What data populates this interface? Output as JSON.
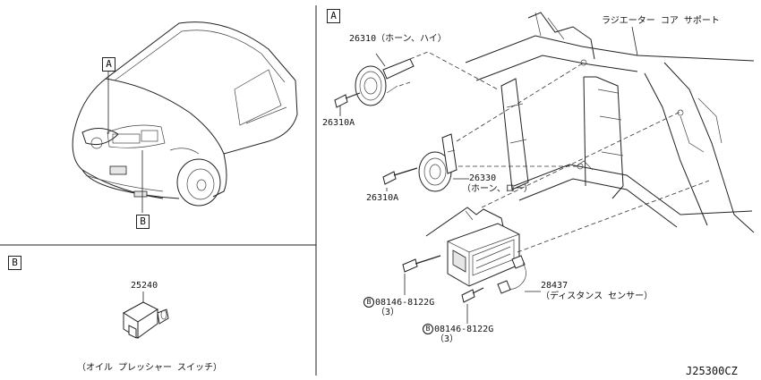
{
  "sections": {
    "section_a_label": "A",
    "section_b_label": "B",
    "overview_label_a": "A",
    "overview_label_b": "B"
  },
  "parts": {
    "radiator_core_support": "ラジエーター コア サポート",
    "horn_high": "26310（ホーン、ハイ）",
    "bolt_upper": "26310A",
    "bolt_lower": "26310A",
    "horn_low_number": "26330",
    "horn_low_name": "（ホーン、ロー）",
    "distance_sensor_number": "28437",
    "distance_sensor_name": "（ディスタンス センサー）",
    "bolt_left_mark": "B",
    "bolt_left_number": "08146-8122G",
    "bolt_left_qty": "（3）",
    "bolt_right_mark": "B",
    "bolt_right_number": "08146-8122G",
    "bolt_right_qty": "（3）",
    "oil_switch_number": "25240",
    "oil_switch_name": "（オイル プレッシャー スイッチ）"
  },
  "diagram_code": "J25300CZ"
}
